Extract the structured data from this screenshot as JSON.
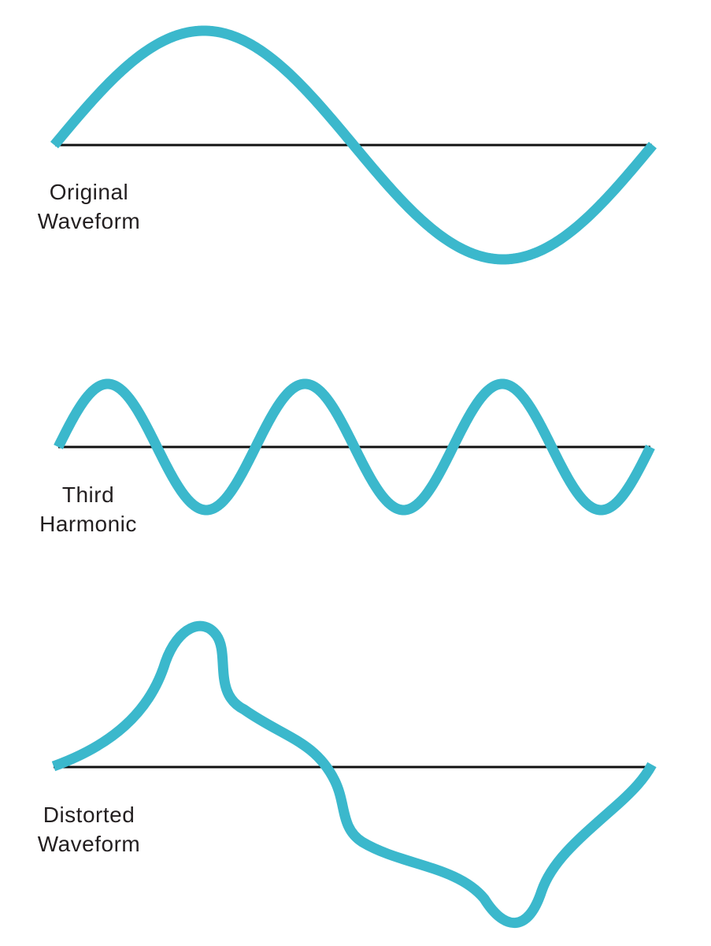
{
  "colors": {
    "wave": "#3bb8cc",
    "axis": "#111111",
    "text": "#231f20",
    "background": "#ffffff"
  },
  "panels": [
    {
      "id": "original",
      "label_lines": [
        "Original",
        "Waveform"
      ]
    },
    {
      "id": "third",
      "label_lines": [
        "Third",
        "Harmonic"
      ]
    },
    {
      "id": "distorted",
      "label_lines": [
        "Distorted",
        "Waveform"
      ]
    }
  ]
}
